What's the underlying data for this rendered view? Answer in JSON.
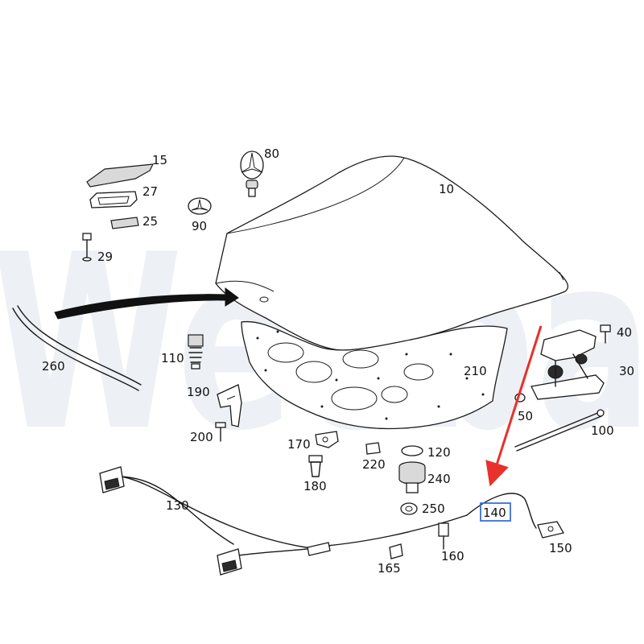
{
  "watermark": {
    "text": "Weeba"
  },
  "colors": {
    "pointer_arrow": "#e8312a",
    "highlight_box": "#3a6fd8",
    "line": "#1a1a1a"
  },
  "callouts": {
    "c10": "10",
    "c15": "15",
    "c25": "25",
    "c27": "27",
    "c29": "29",
    "c30": "30",
    "c40": "40",
    "c50": "50",
    "c80": "80",
    "c90": "90",
    "c100": "100",
    "c110": "110",
    "c120": "120",
    "c130": "130",
    "c140": "140",
    "c150": "150",
    "c160": "160",
    "c165": "165",
    "c170": "170",
    "c180": "180",
    "c190": "190",
    "c200": "200",
    "c210": "210",
    "c220": "220",
    "c240": "240",
    "c250": "250",
    "c260": "260"
  },
  "highlighted_callout": "140"
}
